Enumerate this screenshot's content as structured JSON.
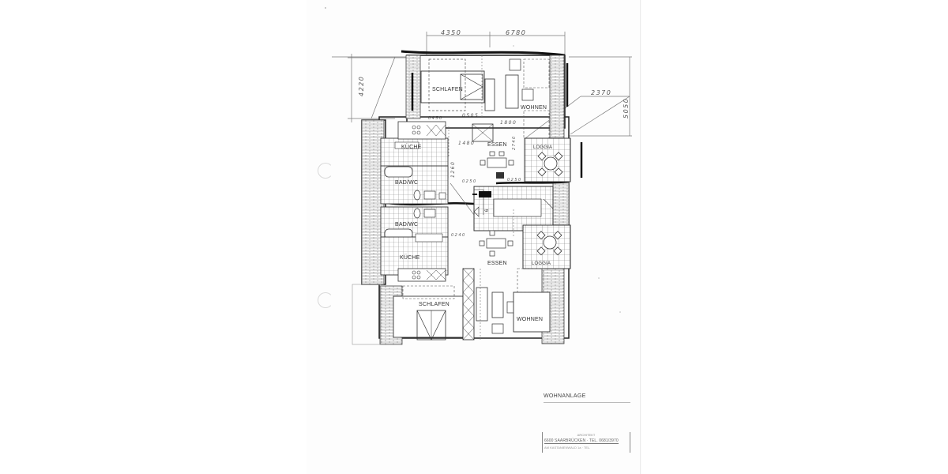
{
  "document": {
    "type": "architectural floor plan (scanned)",
    "background": "#ffffff",
    "line_color": "#333333"
  },
  "dimensions": {
    "top_left": "4350",
    "top_right": "6780",
    "left_side": "4220",
    "right_side": "5050",
    "right_inner": "2370",
    "upper_apartment_inner_1": "0450",
    "upper_apartment_inner_2": "0505",
    "upper_apartment_inner_3": "1800",
    "upper_apartment_inner_4": "1480",
    "hall_vertical": "1260",
    "essen_vertical": "2740",
    "stair_left": "0250",
    "stair_right": "0250",
    "lower_hall": "0240"
  },
  "rooms": {
    "upper": {
      "schlafen": "SCHLAFEN",
      "wohnen": "WOHNEN",
      "essen": "ESSEN",
      "kueche": "KÜCHE",
      "bad_wc": "BAD/WC",
      "loggia": "LOGGIA"
    },
    "lower": {
      "bad_wc": "BAD/WC",
      "kueche": "KÜCHE",
      "essen": "ESSEN",
      "loggia": "LOGGIA",
      "schlafen": "SCHLAFEN",
      "wohnen": "WOHNEN"
    },
    "stair_marker": "6"
  },
  "title_block": {
    "title": "WOHNANLAGE",
    "stamp_header": "ARCHITEKT",
    "stamp_main": "6600 SAARBRÜCKEN · TEL. 0681/3970",
    "stamp_sub": "AM KASTANIENWALD 1a   ·   TEL."
  },
  "icons": {
    "punch_holes": "punch-hole-icon",
    "dining_tables": "dining-table-icon",
    "round_table": "round-table-icon",
    "beds": "bed-icon",
    "bathtubs": "bathtub-icon",
    "stairs": "staircase-icon"
  }
}
